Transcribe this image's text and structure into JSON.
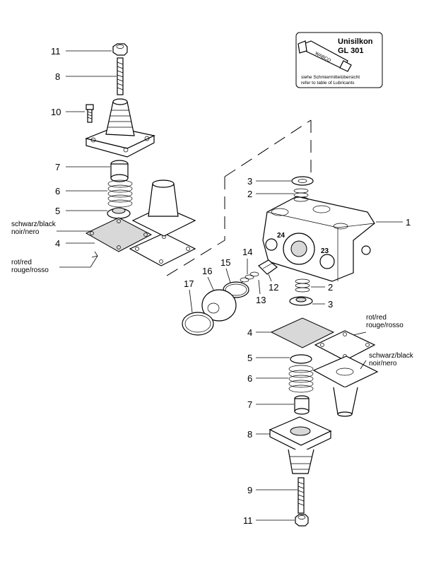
{
  "lubricant_box": {
    "product_name": "Unisilkon",
    "product_code": "GL 301",
    "tube_brand": "WABCO",
    "note_de": "siehe Schmiermittelübersicht",
    "note_en": "refer to table of Lubricants"
  },
  "callouts_left": {
    "p11": "11",
    "p8": "8",
    "p10": "10",
    "p7": "7",
    "p6": "6",
    "p5": "5",
    "p4": "4",
    "color_black_1": "schwarz/black",
    "color_black_2": "noir/nero",
    "color_red_1": "rot/red",
    "color_red_2": "rouge/rosso"
  },
  "callouts_center": {
    "p3": "3",
    "p2": "2",
    "p1": "1",
    "p14": "14",
    "p15": "15",
    "p16": "16",
    "p17": "17",
    "p12": "12",
    "p13": "13",
    "p2b": "2",
    "p3b": "3"
  },
  "callouts_right": {
    "p4": "4",
    "p5": "5",
    "p6": "6",
    "p7": "7",
    "p8": "8",
    "p9": "9",
    "p11": "11",
    "color_red_1": "rot/red",
    "color_red_2": "rouge/rosso",
    "color_black_1": "schwarz/black",
    "color_black_2": "noir/nero"
  }
}
